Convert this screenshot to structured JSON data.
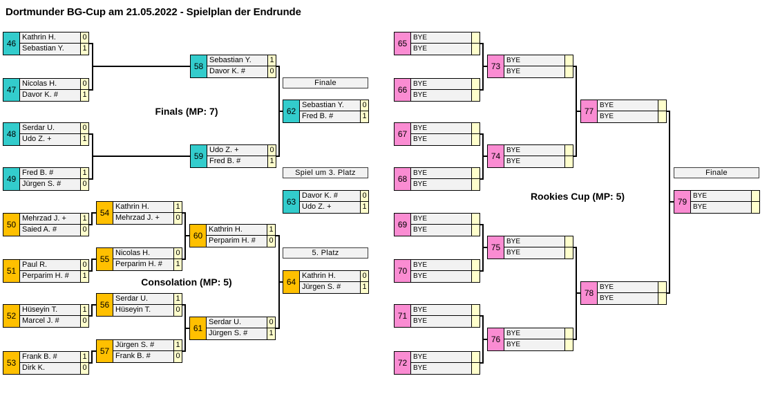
{
  "title": "Dortmunder BG-Cup am 21.05.2022 - Spielplan der Endrunde",
  "colors": {
    "finals": "#33CCCC",
    "consolation": "#FFC000",
    "rookies": "#FA8CD2",
    "name_cell": "#F2F2F2",
    "score_cell": "#FFFFCC"
  },
  "section_labels": {
    "finals": "Finals (MP: 7)",
    "consolation": "Consolation (MP: 5)",
    "rookies": "Rookies Cup (MP: 5)"
  },
  "round_headers": {
    "finals_final": "Finale",
    "third_place": "Spiel um 3. Platz",
    "fifth_place": "5. Platz",
    "rookies_final": "Finale"
  },
  "matches": [
    {
      "id": "46",
      "bracket": "finals",
      "players": [
        {
          "name": "Kathrin H.",
          "score": "0"
        },
        {
          "name": "Sebastian Y.",
          "score": "1"
        }
      ]
    },
    {
      "id": "47",
      "bracket": "finals",
      "players": [
        {
          "name": "Nicolas H.",
          "score": "0"
        },
        {
          "name": "Davor K. #",
          "score": "1"
        }
      ]
    },
    {
      "id": "48",
      "bracket": "finals",
      "players": [
        {
          "name": "Serdar U.",
          "score": "0"
        },
        {
          "name": "Udo Z. +",
          "score": "1"
        }
      ]
    },
    {
      "id": "49",
      "bracket": "finals",
      "players": [
        {
          "name": "Fred B. #",
          "score": "1"
        },
        {
          "name": "Jürgen S. #",
          "score": "0"
        }
      ]
    },
    {
      "id": "58",
      "bracket": "finals",
      "players": [
        {
          "name": "Sebastian Y.",
          "score": "1"
        },
        {
          "name": "Davor K. #",
          "score": "0"
        }
      ]
    },
    {
      "id": "59",
      "bracket": "finals",
      "players": [
        {
          "name": "Udo Z. +",
          "score": "0"
        },
        {
          "name": "Fred B. #",
          "score": "1"
        }
      ]
    },
    {
      "id": "62",
      "bracket": "finals",
      "players": [
        {
          "name": "Sebastian Y.",
          "score": "0"
        },
        {
          "name": "Fred B. #",
          "score": "1"
        }
      ]
    },
    {
      "id": "63",
      "bracket": "finals",
      "players": [
        {
          "name": "Davor K. #",
          "score": "0"
        },
        {
          "name": "Udo Z. +",
          "score": "1"
        }
      ]
    },
    {
      "id": "50",
      "bracket": "consolation",
      "players": [
        {
          "name": "Mehrzad J. +",
          "score": "1"
        },
        {
          "name": "Saied A. #",
          "score": "0"
        }
      ]
    },
    {
      "id": "51",
      "bracket": "consolation",
      "players": [
        {
          "name": "Paul R.",
          "score": "0"
        },
        {
          "name": "Perparim H. #",
          "score": "1"
        }
      ]
    },
    {
      "id": "52",
      "bracket": "consolation",
      "players": [
        {
          "name": "Hüseyin T.",
          "score": "1"
        },
        {
          "name": "Marcel J. #",
          "score": "0"
        }
      ]
    },
    {
      "id": "53",
      "bracket": "consolation",
      "players": [
        {
          "name": "Frank B. #",
          "score": "1"
        },
        {
          "name": "Dirk K.",
          "score": "0"
        }
      ]
    },
    {
      "id": "54",
      "bracket": "consolation",
      "players": [
        {
          "name": "Kathrin H.",
          "score": "1"
        },
        {
          "name": "Mehrzad J. +",
          "score": "0"
        }
      ]
    },
    {
      "id": "55",
      "bracket": "consolation",
      "players": [
        {
          "name": "Nicolas H.",
          "score": "0"
        },
        {
          "name": "Perparim H. #",
          "score": "1"
        }
      ]
    },
    {
      "id": "56",
      "bracket": "consolation",
      "players": [
        {
          "name": "Serdar U.",
          "score": "1"
        },
        {
          "name": "Hüseyin T.",
          "score": "0"
        }
      ]
    },
    {
      "id": "57",
      "bracket": "consolation",
      "players": [
        {
          "name": "Jürgen S. #",
          "score": "1"
        },
        {
          "name": "Frank B. #",
          "score": "0"
        }
      ]
    },
    {
      "id": "60",
      "bracket": "consolation",
      "players": [
        {
          "name": "Kathrin H.",
          "score": "1"
        },
        {
          "name": "Perparim H. #",
          "score": "0"
        }
      ]
    },
    {
      "id": "61",
      "bracket": "consolation",
      "players": [
        {
          "name": "Serdar U.",
          "score": "0"
        },
        {
          "name": "Jürgen S. #",
          "score": "1"
        }
      ]
    },
    {
      "id": "64",
      "bracket": "consolation",
      "players": [
        {
          "name": "Kathrin H.",
          "score": "0"
        },
        {
          "name": "Jürgen S. #",
          "score": "1"
        }
      ]
    },
    {
      "id": "65",
      "bracket": "rookies",
      "players": [
        {
          "name": "BYE",
          "score": ""
        },
        {
          "name": "BYE",
          "score": ""
        }
      ]
    },
    {
      "id": "66",
      "bracket": "rookies",
      "players": [
        {
          "name": "BYE",
          "score": ""
        },
        {
          "name": "BYE",
          "score": ""
        }
      ]
    },
    {
      "id": "67",
      "bracket": "rookies",
      "players": [
        {
          "name": "BYE",
          "score": ""
        },
        {
          "name": "BYE",
          "score": ""
        }
      ]
    },
    {
      "id": "68",
      "bracket": "rookies",
      "players": [
        {
          "name": "BYE",
          "score": ""
        },
        {
          "name": "BYE",
          "score": ""
        }
      ]
    },
    {
      "id": "69",
      "bracket": "rookies",
      "players": [
        {
          "name": "BYE",
          "score": ""
        },
        {
          "name": "BYE",
          "score": ""
        }
      ]
    },
    {
      "id": "70",
      "bracket": "rookies",
      "players": [
        {
          "name": "BYE",
          "score": ""
        },
        {
          "name": "BYE",
          "score": ""
        }
      ]
    },
    {
      "id": "71",
      "bracket": "rookies",
      "players": [
        {
          "name": "BYE",
          "score": ""
        },
        {
          "name": "BYE",
          "score": ""
        }
      ]
    },
    {
      "id": "72",
      "bracket": "rookies",
      "players": [
        {
          "name": "BYE",
          "score": ""
        },
        {
          "name": "BYE",
          "score": ""
        }
      ]
    },
    {
      "id": "73",
      "bracket": "rookies",
      "players": [
        {
          "name": "BYE",
          "score": ""
        },
        {
          "name": "BYE",
          "score": ""
        }
      ]
    },
    {
      "id": "74",
      "bracket": "rookies",
      "players": [
        {
          "name": "BYE",
          "score": ""
        },
        {
          "name": "BYE",
          "score": ""
        }
      ]
    },
    {
      "id": "75",
      "bracket": "rookies",
      "players": [
        {
          "name": "BYE",
          "score": ""
        },
        {
          "name": "BYE",
          "score": ""
        }
      ]
    },
    {
      "id": "76",
      "bracket": "rookies",
      "players": [
        {
          "name": "BYE",
          "score": ""
        },
        {
          "name": "BYE",
          "score": ""
        }
      ]
    },
    {
      "id": "77",
      "bracket": "rookies",
      "players": [
        {
          "name": "BYE",
          "score": ""
        },
        {
          "name": "BYE",
          "score": ""
        }
      ]
    },
    {
      "id": "78",
      "bracket": "rookies",
      "players": [
        {
          "name": "BYE",
          "score": ""
        },
        {
          "name": "BYE",
          "score": ""
        }
      ]
    },
    {
      "id": "79",
      "bracket": "rookies",
      "players": [
        {
          "name": "BYE",
          "score": ""
        },
        {
          "name": "BYE",
          "score": ""
        }
      ]
    }
  ]
}
